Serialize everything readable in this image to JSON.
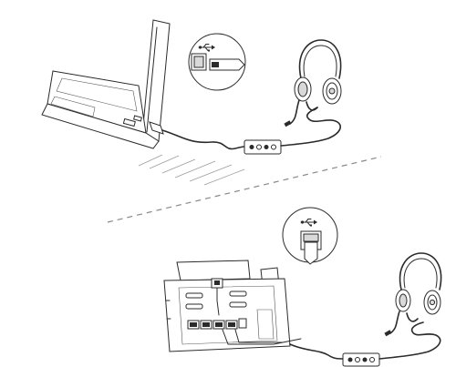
{
  "diagram": {
    "steps": [
      {
        "device": "laptop",
        "port": "usb-a",
        "icon": "usb-icon"
      },
      {
        "device": "desk-phone",
        "port": "usb-a",
        "icon": "usb-icon"
      }
    ],
    "divider_style": "dashed",
    "colors": {
      "line": "#2b2b2b",
      "background": "#ffffff",
      "shade": "#d9d9d9"
    }
  }
}
